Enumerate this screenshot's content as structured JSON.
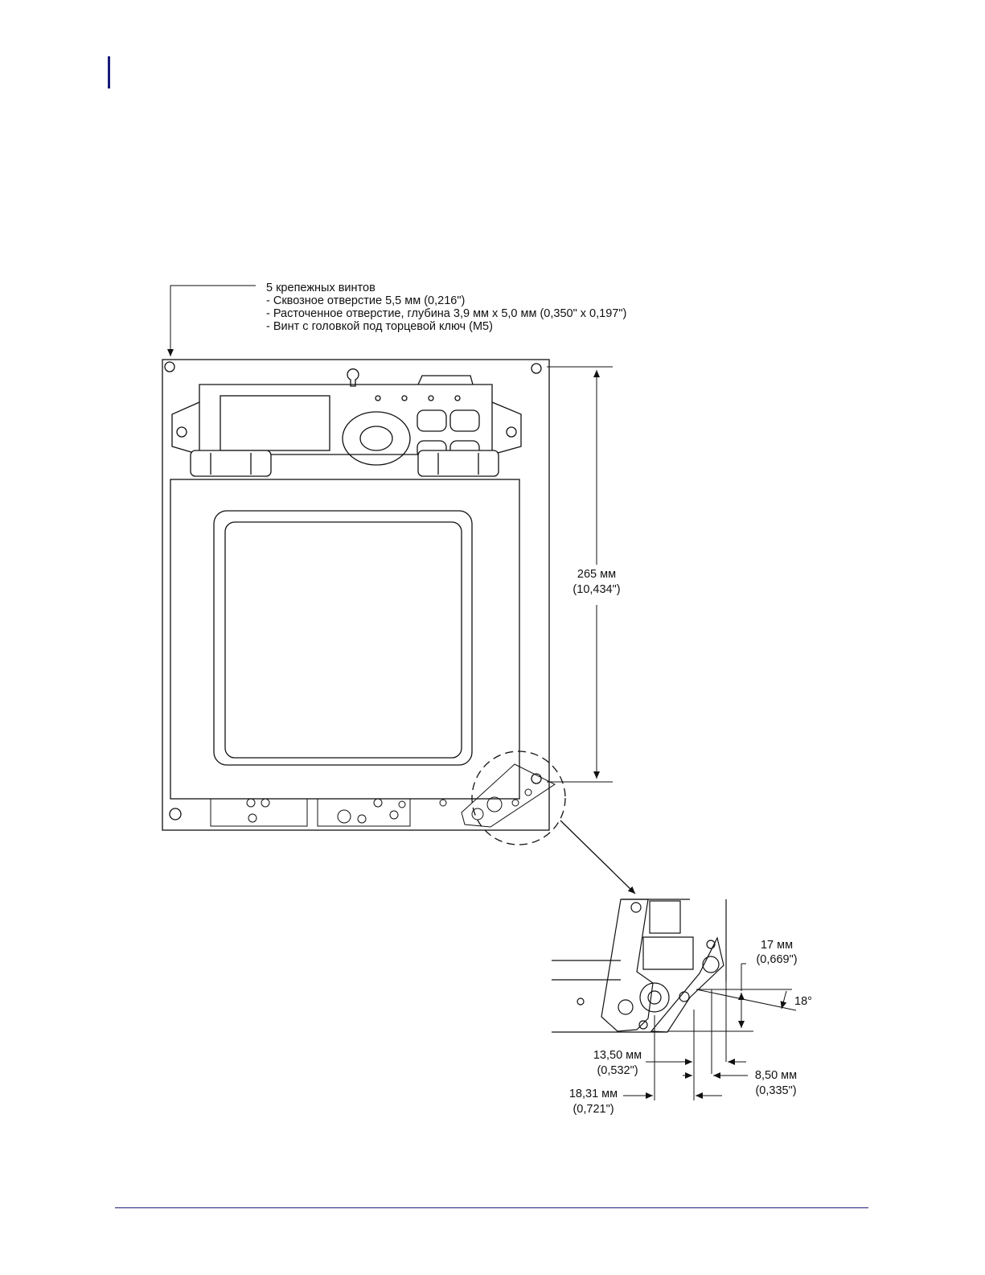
{
  "callout": {
    "title": "5 крепежных винтов",
    "lines": [
      "- Сквозное отверстие 5,5 мм (0,216\")",
      "- Расточенное отверстие, глубина 3,9 мм x 5,0 мм (0,350\" x 0,197\")",
      "- Винт с головкой под торцевой ключ (M5)"
    ]
  },
  "dimensions": {
    "height": {
      "mm": "265 мм",
      "inch": "(10,434\")"
    },
    "d17": {
      "mm": "17 мм",
      "inch": "(0,669\")"
    },
    "angle": "18°",
    "d1350": {
      "mm": "13,50 мм",
      "inch": "(0,532\")"
    },
    "d850": {
      "mm": "8,50 мм",
      "inch": "(0,335\")"
    },
    "d1831": {
      "mm": "18,31 мм",
      "inch": "(0,721\")"
    }
  },
  "colors": {
    "accent": "#1a1a7a",
    "line": "#111111"
  }
}
